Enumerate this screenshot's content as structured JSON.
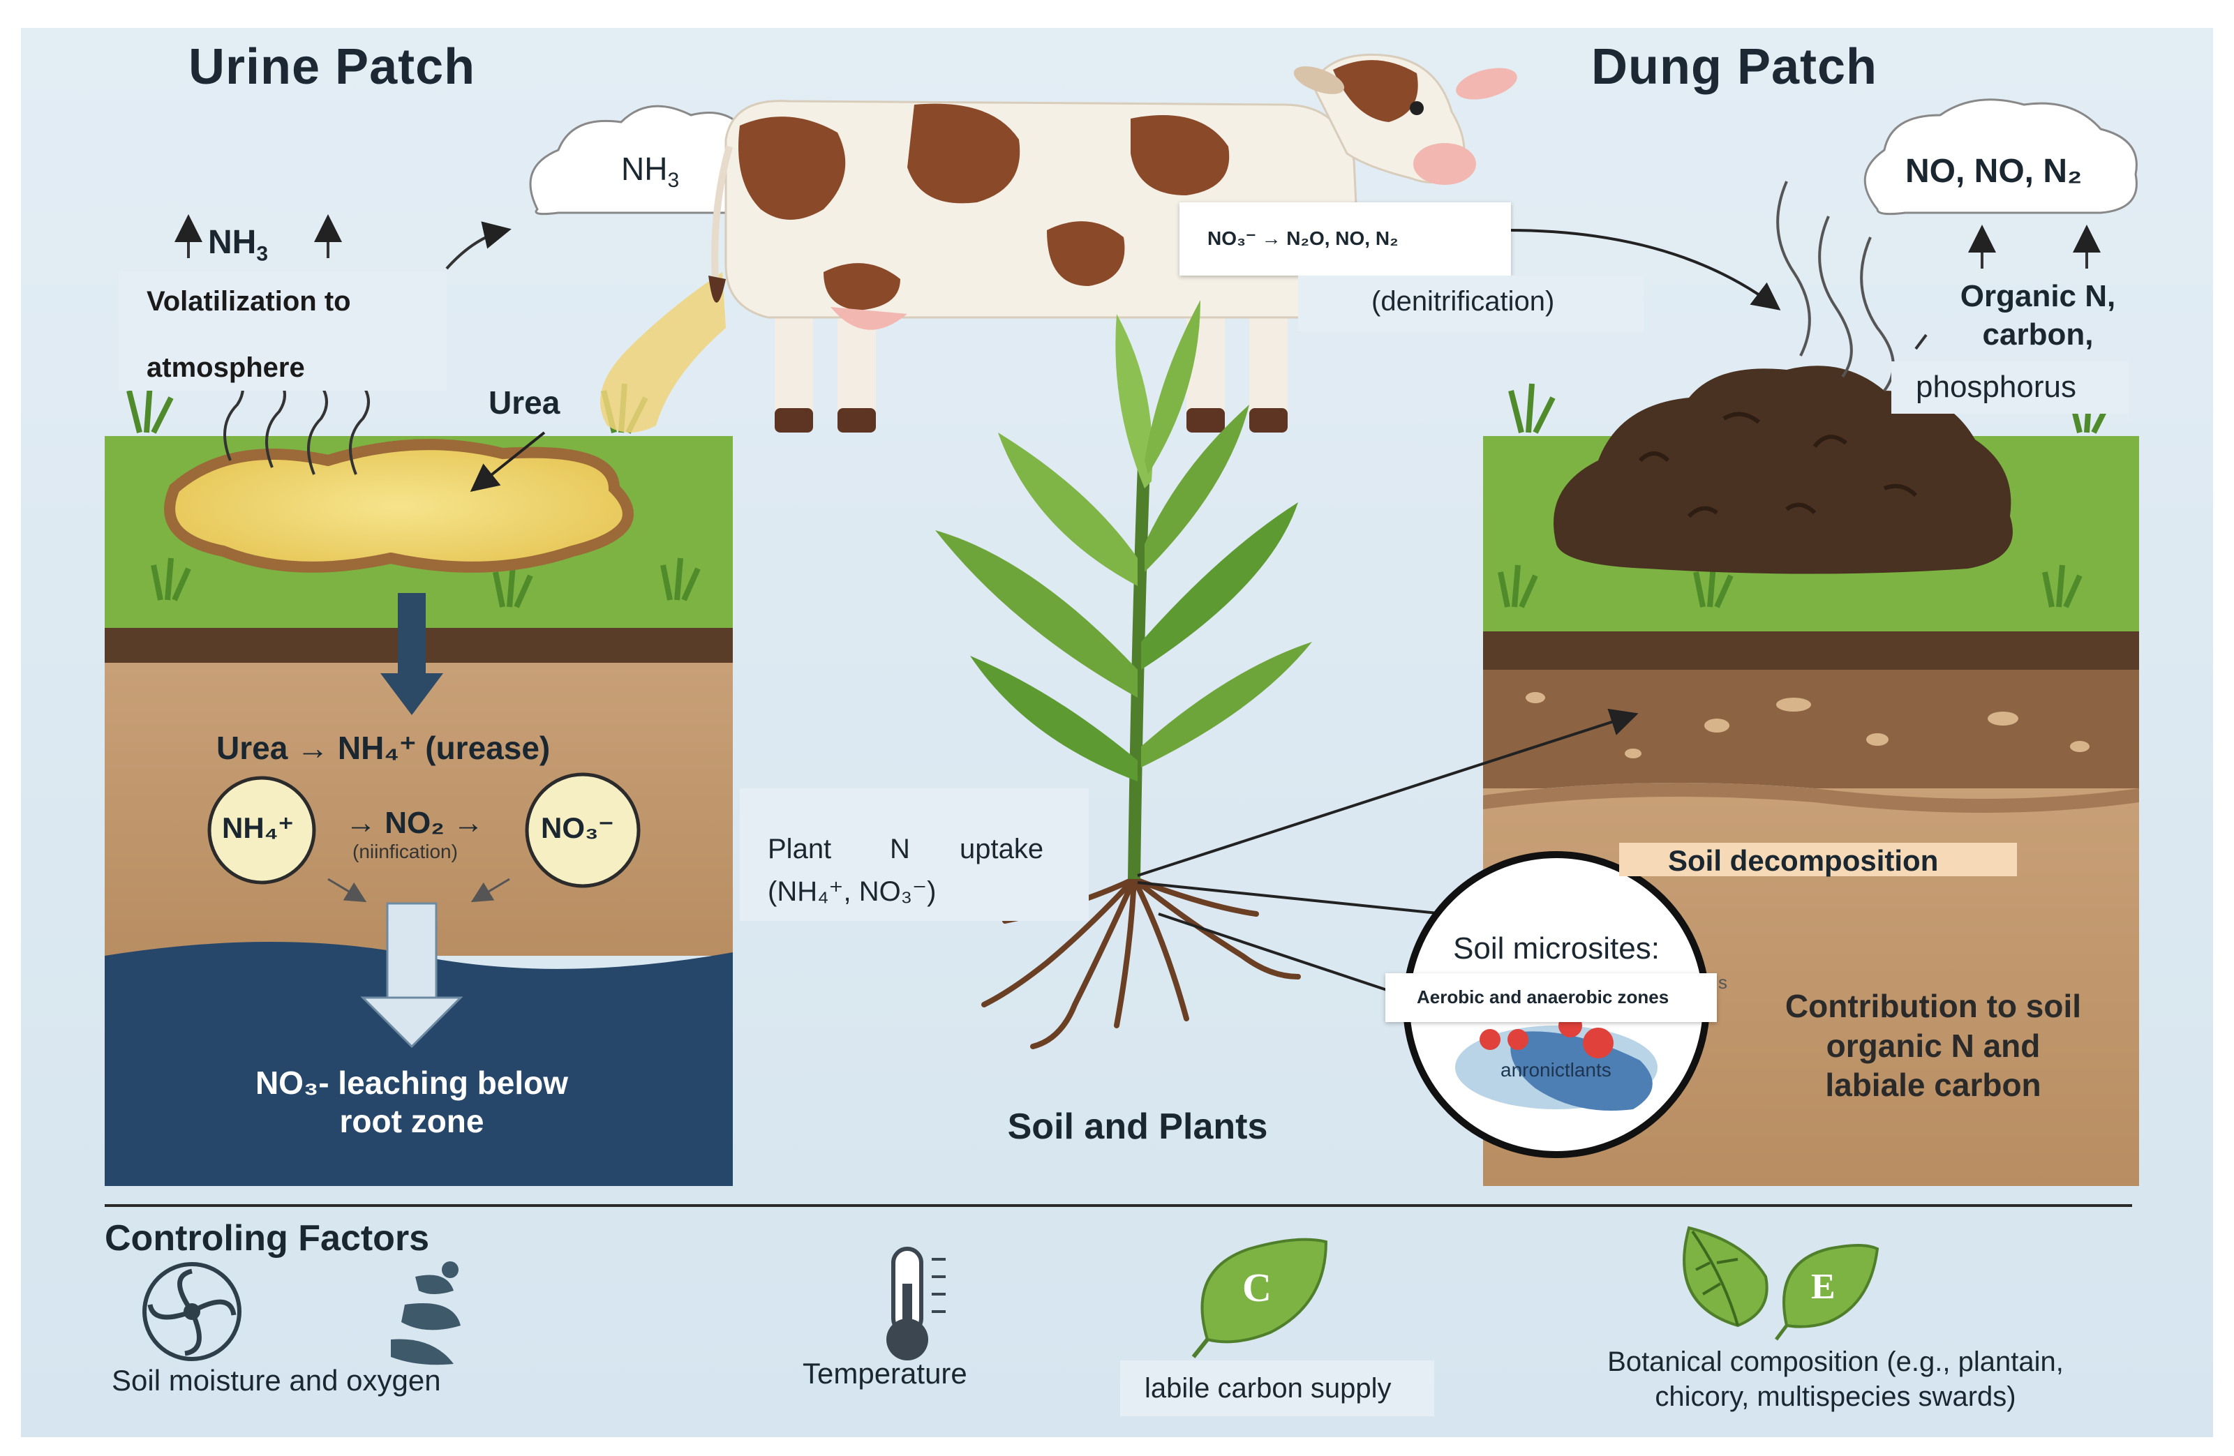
{
  "headings": {
    "urine_patch": "Urine Patch",
    "dung_patch": "Dung Patch",
    "soil_and_plants": "Soil and Plants",
    "controlling_factors": "Controling Factors"
  },
  "urine": {
    "cloud_label": "NH",
    "cloud_sub": "3",
    "nh3_arrow_label": "NH",
    "nh3_arrow_sub": "3",
    "volatilization_line1": "Volatilization to",
    "volatilization_line2": "atmosphere",
    "urea_label": "Urea",
    "urease_eq": "Urea → NH₄⁺ (urease)",
    "nh4_circle": "NH₄⁺",
    "no2_label": "→ NO₂ →",
    "nitrification_label": "(niinfication)",
    "no3_circle": "NO₃⁻",
    "leaching_line1": "NO₃- leaching below",
    "leaching_line2": "root zone"
  },
  "denitrification": {
    "equation": "NO₃⁻ → N₂O, NO, N₂",
    "label": "(denitrification)"
  },
  "dung": {
    "cloud_label": "NO, NO, N₂",
    "organic_line1": "Organic N,",
    "organic_line2": "carbon,",
    "organic_line3": "phosphorus",
    "decomposition_label": "Soil decomposition",
    "contribution_line1": "Contribution to soil",
    "contribution_line2": "organic N and",
    "contribution_line3": "labiale carbon",
    "microsites_title": "Soil microsites:",
    "microsites_zones": "Aerobic and anaerobic zones",
    "microsites_s": "s",
    "microsites_inner": "anronictlants"
  },
  "plant": {
    "uptake_line1_a": "Plant",
    "uptake_line1_b": "N",
    "uptake_line1_c": "uptake",
    "uptake_line2": "(NH₄⁺, NO₃⁻)"
  },
  "factors": {
    "soil_moisture": "Soil moisture and oxygen",
    "temperature": "Temperature",
    "labile_carbon": "labile carbon supply",
    "leaf_c_letter": "C",
    "leaf_e_letter": "E",
    "botanical_line1": "Botanical composition (e.g., plantain,",
    "botanical_line2": "chicory, multispecies swards)"
  },
  "colors": {
    "sky": "#dbe8f1",
    "grass": "#7cb342",
    "soil": "#c49a6c",
    "water": "#27476a",
    "dung": "#4a3222"
  }
}
